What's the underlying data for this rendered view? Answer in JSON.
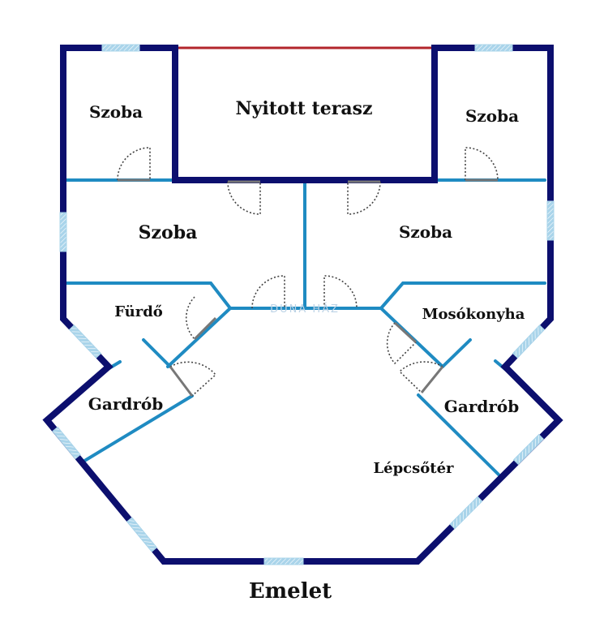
{
  "title": "Emelet",
  "watermark": "DUNA HÁZ",
  "colors": {
    "outer_wall": "#0c0f6e",
    "inner_wall": "#1f8bc2",
    "terrace_edge": "#b3252b",
    "window_fill": "#a9d4ea",
    "door_swing": "#444444",
    "door_leaf": "#777777",
    "watermark": "#bcd3e6"
  },
  "rooms": {
    "szoba_top_left": "Szoba",
    "terrace": "Nyitott terasz",
    "szoba_top_right": "Szoba",
    "szoba_mid_left": "Szoba",
    "szoba_mid_right": "Szoba",
    "furdo": "Fürdő",
    "mosokonyha": "Mosókonyha",
    "gardrob_left": "Gardrób",
    "gardrob_right": "Gardrób",
    "lepcsoter": "Lépcsőtér"
  }
}
